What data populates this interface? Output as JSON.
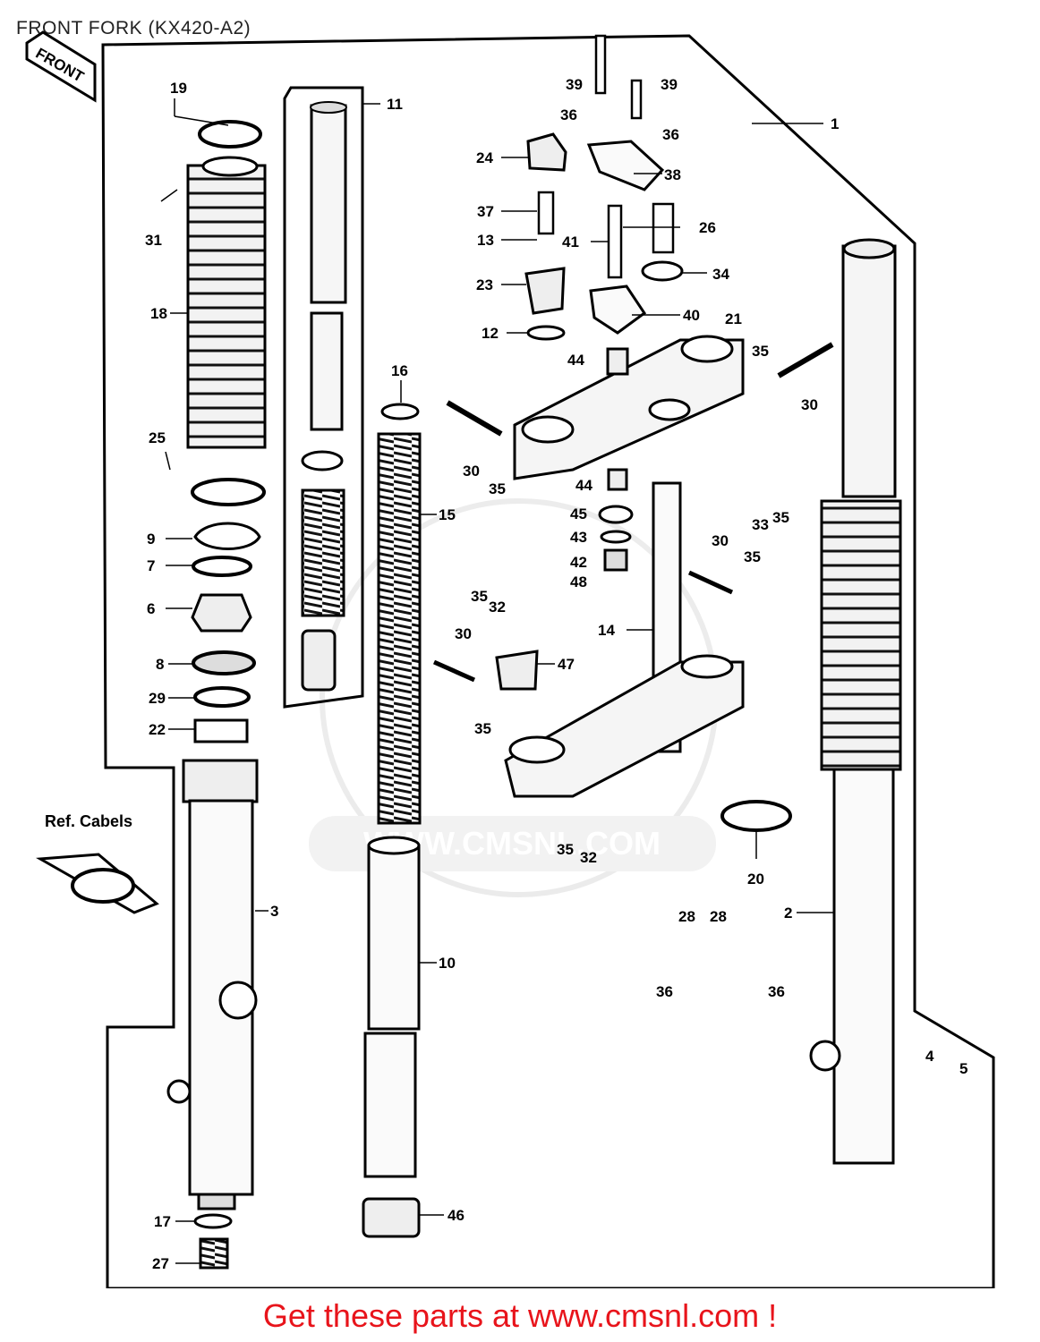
{
  "title": "FRONT FORK (KX420-A2)",
  "front_arrow": "FRONT",
  "ref_label": "Ref. Cabels",
  "watermark": "WWW.CMSNL.COM",
  "footer": "Get these parts at www.cmsnl.com !",
  "colors": {
    "footer_text": "#e8141b",
    "line": "#000000",
    "part_fill": "#e9e9e9",
    "watermark": "#e8e8e8"
  },
  "callouts": [
    "1",
    "2",
    "3",
    "4",
    "5",
    "6",
    "7",
    "8",
    "9",
    "10",
    "11",
    "12",
    "13",
    "14",
    "15",
    "16",
    "17",
    "18",
    "19",
    "20",
    "21",
    "22",
    "23",
    "24",
    "25",
    "26",
    "27",
    "28",
    "29",
    "30",
    "31",
    "32",
    "33",
    "34",
    "35",
    "36",
    "37",
    "38",
    "39",
    "40",
    "41",
    "42",
    "43",
    "44",
    "45",
    "46",
    "47",
    "48"
  ]
}
